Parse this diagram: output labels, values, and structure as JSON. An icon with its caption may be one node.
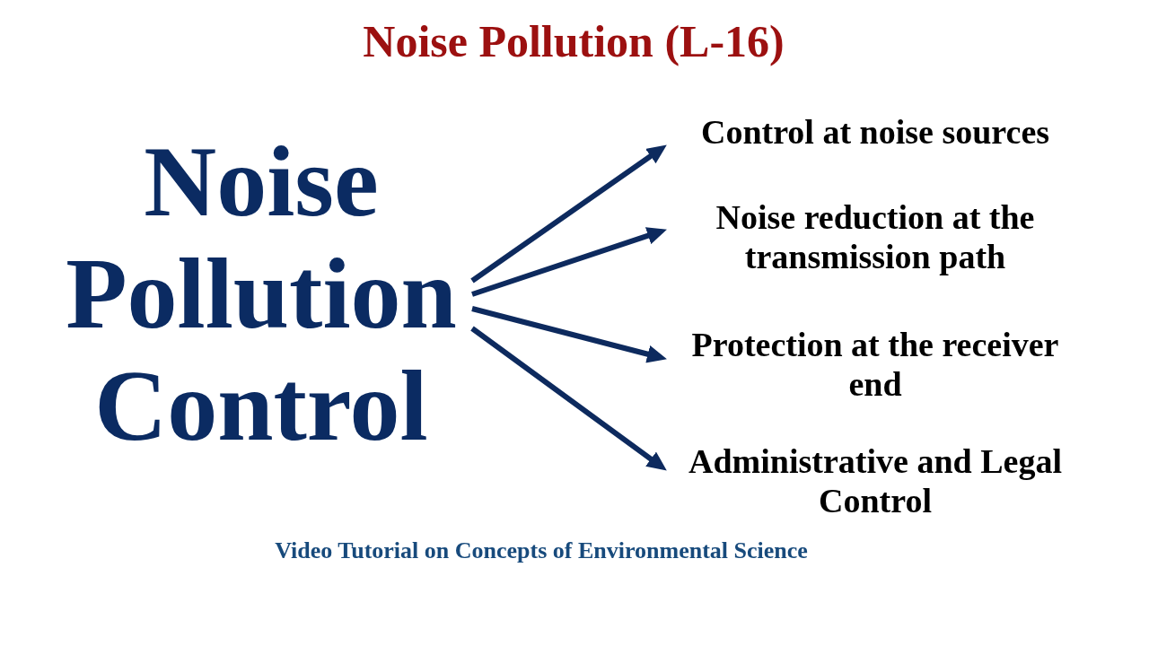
{
  "diagram": {
    "title": "Noise Pollution (L-16)",
    "nodes": [
      {
        "text": [
          "Noise Pollution Control"
        ]
      },
      {
        "text": [
          "Control at noise sources"
        ]
      },
      {
        "text": [
          "Noise reduction at the transmission path"
        ]
      },
      {
        "text": [
          "Protection at the receiver end"
        ]
      },
      {
        "text": [
          "Administrative and Legal Control"
        ]
      }
    ],
    "edges": [
      {
        "from": 0,
        "to": 1,
        "arrow": "to"
      },
      {
        "from": 0,
        "to": 2,
        "arrow": "to"
      },
      {
        "from": 0,
        "to": 3,
        "arrow": "to"
      },
      {
        "from": 0,
        "to": 4,
        "arrow": "to"
      }
    ],
    "labels": [
      "Video Tutorial on Concepts of Environmental Science"
    ]
  }
}
